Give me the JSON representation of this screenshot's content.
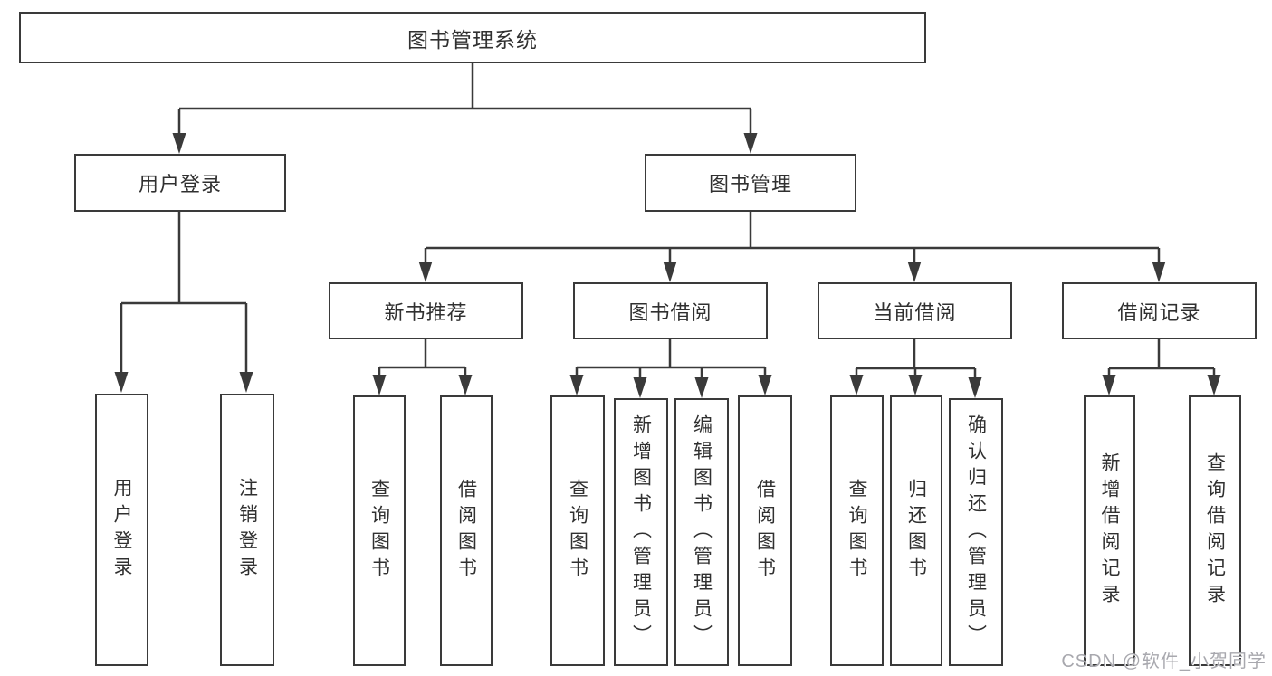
{
  "nodes": {
    "root": "图书管理系统",
    "login": "用户登录",
    "management": "图书管理",
    "new_book": "新书推荐",
    "borrowing": "图书借阅",
    "current": "当前借阅",
    "records": "借阅记录"
  },
  "leaves": {
    "login": [
      "用户登录",
      "注销登录"
    ],
    "new_book": [
      "查询图书",
      "借阅图书"
    ],
    "borrowing": [
      "查询图书",
      "新增图书（管理员）",
      "编辑图书（管理员）",
      "借阅图书"
    ],
    "current": [
      "查询图书",
      "归还图书",
      "确认归还（管理员）"
    ],
    "records": [
      "新增借阅记录",
      "查询借阅记录"
    ]
  },
  "watermark": "CSDN @软件_小贺同学",
  "colors": {
    "line": "#3a3a3a",
    "text": "#303030",
    "background": "#ffffff",
    "watermark": "#a8a8ae"
  }
}
